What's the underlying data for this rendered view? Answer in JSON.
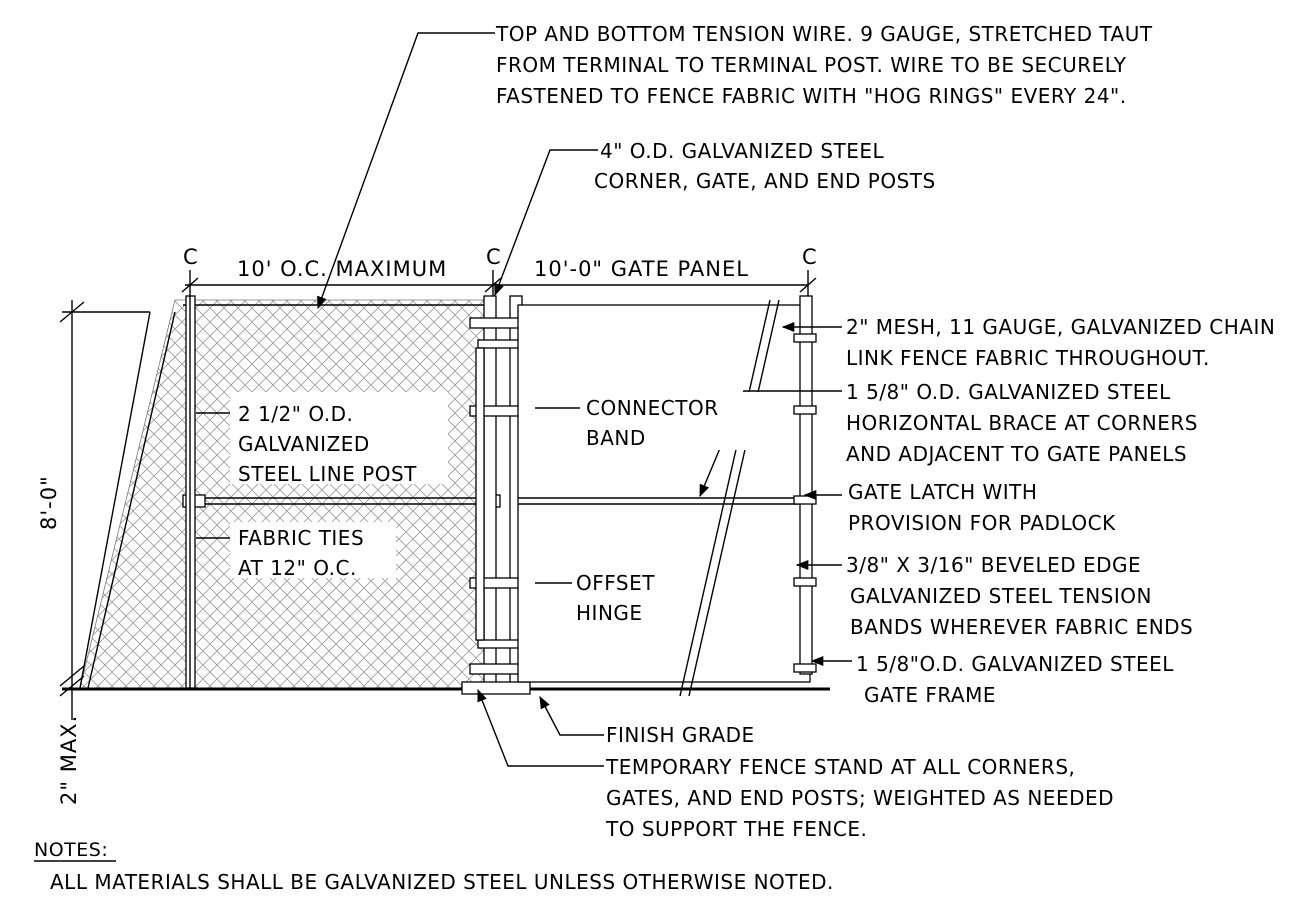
{
  "dimensions": {
    "line_post_spacing": "10' O.C. MAXIMUM",
    "gate_panel_width": "10'-0\" GATE PANEL",
    "fence_height": "8'-0\"",
    "ground_clearance": "2\" MAX.",
    "centerline_mark": "C"
  },
  "callouts": {
    "tension_wire": [
      "TOP AND BOTTOM TENSION WIRE. 9 GAUGE, STRETCHED TAUT",
      "FROM TERMINAL TO TERMINAL POST. WIRE TO BE SECURELY",
      "FASTENED TO FENCE FABRIC WITH \"HOG RINGS\" EVERY 24\"."
    ],
    "terminal_posts": [
      "4\" O.D. GALVANIZED STEEL",
      "CORNER, GATE, AND END POSTS"
    ],
    "mesh": [
      "2\" MESH, 11 GAUGE, GALVANIZED CHAIN",
      "LINK FENCE FABRIC THROUGHOUT."
    ],
    "horizontal_brace": [
      "1 5/8\" O.D. GALVANIZED STEEL",
      "HORIZONTAL BRACE AT CORNERS",
      "AND ADJACENT TO GATE PANELS"
    ],
    "gate_latch": [
      "GATE LATCH WITH",
      "PROVISION FOR PADLOCK"
    ],
    "tension_bands": [
      "3/8\" X 3/16\" BEVELED EDGE",
      "GALVANIZED STEEL TENSION",
      "BANDS WHEREVER FABRIC ENDS"
    ],
    "gate_frame": [
      "1 5/8\"O.D. GALVANIZED STEEL",
      "GATE FRAME"
    ],
    "line_post": [
      "2 1/2\" O.D.",
      "GALVANIZED",
      "STEEL LINE POST"
    ],
    "fabric_ties": [
      "FABRIC TIES",
      "AT 12\" O.C."
    ],
    "connector_band": [
      "CONNECTOR",
      "BAND"
    ],
    "offset_hinge": [
      "OFFSET",
      "HINGE"
    ],
    "finish_grade": [
      "FINISH GRADE"
    ],
    "fence_stand": [
      "TEMPORARY FENCE STAND AT ALL CORNERS,",
      "GATES, AND END POSTS; WEIGHTED AS NEEDED",
      "TO SUPPORT THE FENCE."
    ]
  },
  "notes": {
    "heading": "NOTES:",
    "items": [
      "ALL MATERIALS SHALL BE GALVANIZED STEEL UNLESS OTHERWISE NOTED."
    ]
  }
}
